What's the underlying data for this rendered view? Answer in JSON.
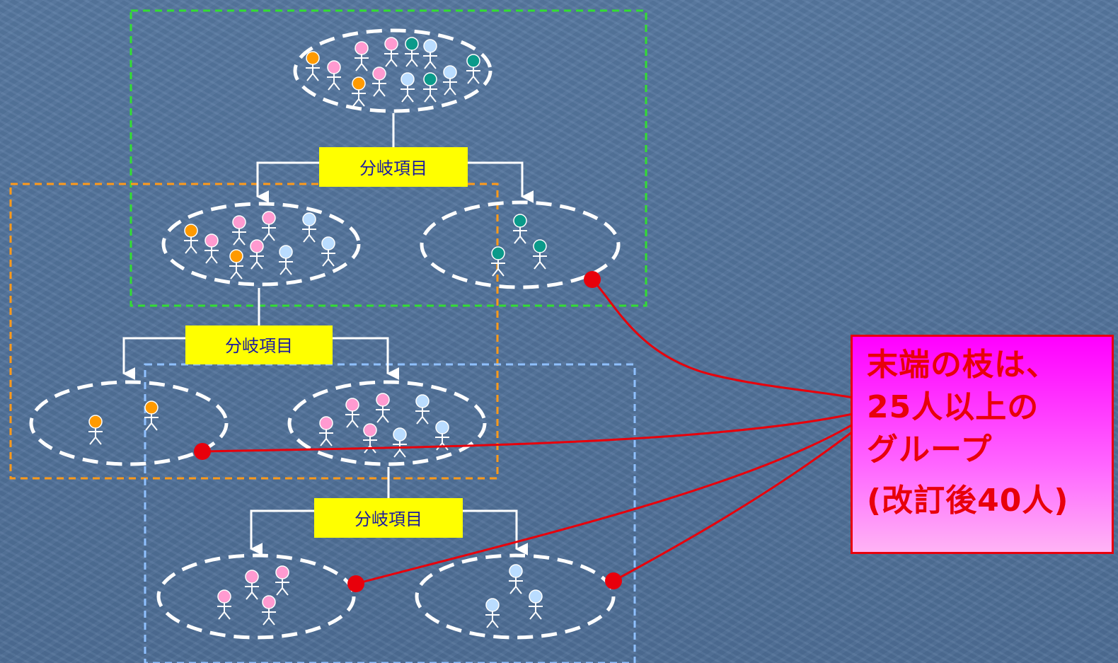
{
  "branch_label": "分岐項目",
  "callout": {
    "lines": [
      "末端の枝は、",
      "25人以上の",
      "グループ"
    ],
    "note": "(改訂後40人)"
  },
  "colors": {
    "background": "#4f6f97",
    "region_green": "#33dd33",
    "region_orange": "#ff9a1a",
    "region_blue": "#8fc0ff",
    "branch_box": "#ffff00",
    "branch_text": "#1a1aa0",
    "leaf_marker": "#e8000b",
    "callout_fill": "#ff00ff",
    "callout_text": "#e8000b",
    "person_orange": "#ff9a00",
    "person_pink": "#ff9ad0",
    "person_light_blue": "#b9dcff",
    "person_teal": "#0b9a8a"
  }
}
